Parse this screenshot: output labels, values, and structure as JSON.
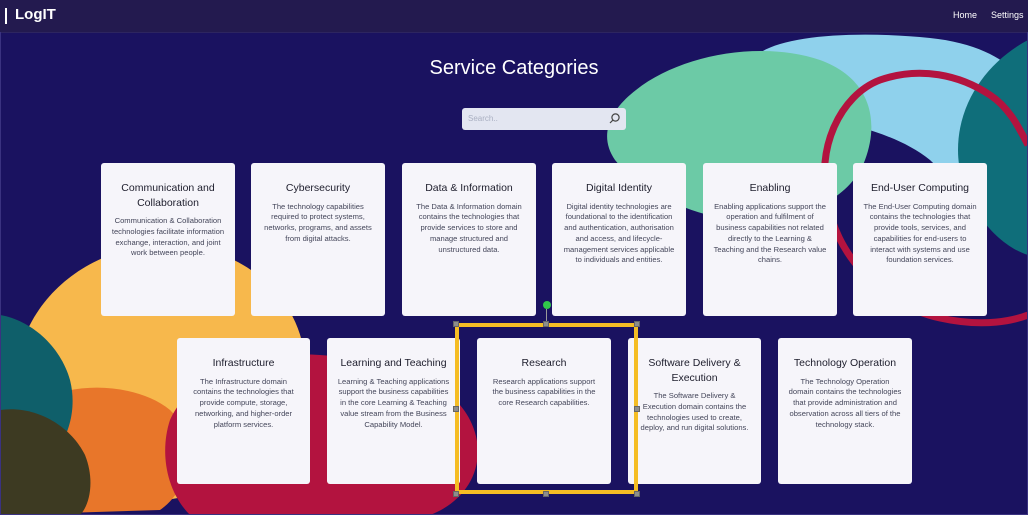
{
  "header": {
    "brand": "LogIT",
    "nav": [
      "Home",
      "Settings"
    ]
  },
  "page": {
    "title": "Service Categories"
  },
  "search": {
    "placeholder": "Search..",
    "icon": "search-icon"
  },
  "cards": [
    {
      "title": "Communication and Collaboration",
      "description": "Communication & Collaboration technologies facilitate information exchange, interaction, and joint work between people."
    },
    {
      "title": "Cybersecurity",
      "description": "The technology capabilities required to protect systems, networks, programs, and assets from digital attacks."
    },
    {
      "title": "Data & Information",
      "description": "The Data & Information domain contains the technologies that provide services to store and manage structured and unstructured data."
    },
    {
      "title": "Digital Identity",
      "description": "Digital identity technologies are foundational to the identification and authentication, authorisation and access, and lifecycle-management services applicable to individuals and entities."
    },
    {
      "title": "Enabling",
      "description": "Enabling applications support the operation and fulfilment of business capabilities not related directly to the Learning & Teaching and the Research value chains."
    },
    {
      "title": "End-User Computing",
      "description": "The End-User Computing domain contains the technologies that provide tools, services, and capabilities for end-users to interact with systems and use foundation services."
    },
    {
      "title": "Infrastructure",
      "description": "The Infrastructure domain contains the technologies that provide compute, storage, networking, and higher-order platform services."
    },
    {
      "title": "Learning and Teaching",
      "description": "Learning & Teaching applications support the business capabilities in the core Learning & Teaching value stream from the Business Capability Model."
    },
    {
      "title": "Research",
      "description": "Research applications support the business capabilities in the core Research capabilities."
    },
    {
      "title": "Software Delivery & Execution",
      "description": "The Software Delivery & Execution domain contains the technologies used to create, deploy, and run digital solutions."
    },
    {
      "title": "Technology Operation",
      "description": "The Technology Operation domain contains the technologies that provide administration and observation across all tiers of the technology stack."
    }
  ],
  "colors": {
    "background": "#1a1260",
    "header": "#231a4f",
    "card": "#f6f5fa",
    "selection": "#f5bd24",
    "blob_teal": "#6ccaa6",
    "blob_sky": "#8fd1ec",
    "blob_crimson": "#b3133f",
    "blob_amber": "#f7b84c"
  }
}
